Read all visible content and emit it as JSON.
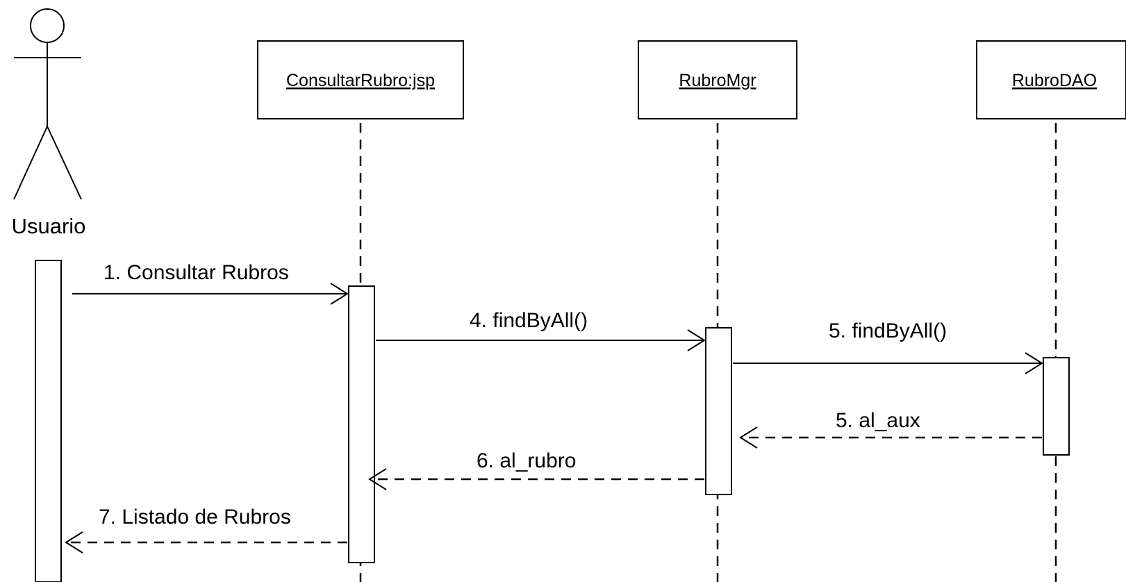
{
  "actor": {
    "name": "Usuario"
  },
  "objects": [
    {
      "label": "ConsultarRubro:jsp"
    },
    {
      "label": "RubroMgr"
    },
    {
      "label": "RubroDAO"
    }
  ],
  "messages": [
    {
      "label": "1. Consultar Rubros",
      "kind": "call"
    },
    {
      "label": "4. findByAll()",
      "kind": "call"
    },
    {
      "label": "5. findByAll()",
      "kind": "call"
    },
    {
      "label": "5. al_aux",
      "kind": "return"
    },
    {
      "label": "6. al_rubro",
      "kind": "return"
    },
    {
      "label": "7. Listado de Rubros",
      "kind": "return"
    }
  ]
}
